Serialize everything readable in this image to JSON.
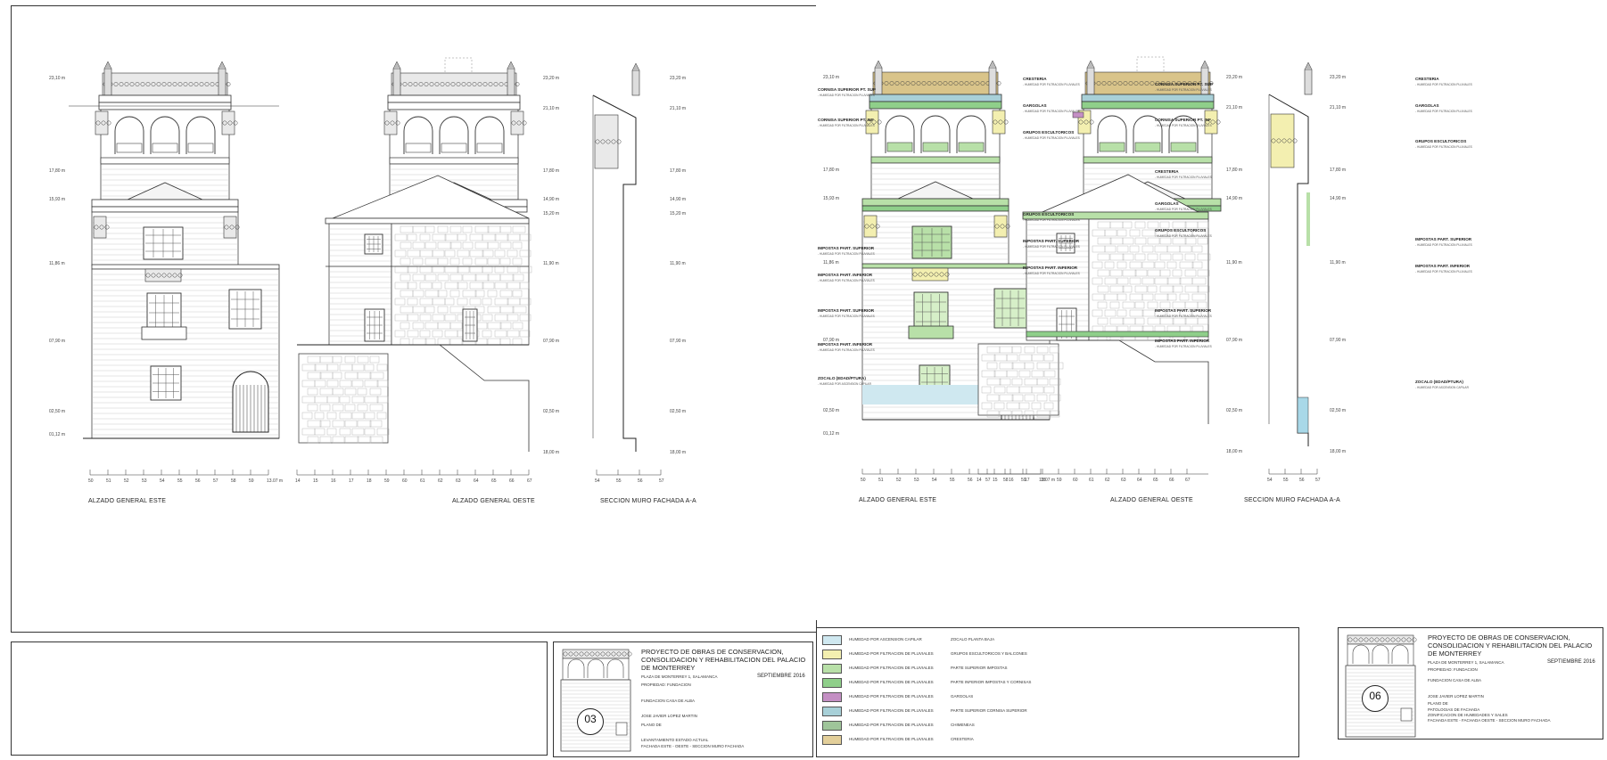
{
  "sheet1": {
    "levels_left": [
      "23,10 m",
      "17,80 m",
      "15,93 m",
      "11,86 m",
      "07,90 m",
      "02,50 m",
      "01,12 m"
    ],
    "levels_mid": [
      "23,20 m",
      "21,10 m",
      "17,80 m",
      "14,90 m",
      "15,20 m",
      "11,90 m",
      "07,90 m",
      "02,50 m",
      "18,00 m"
    ],
    "scale_left": [
      "50",
      "51",
      "52",
      "53",
      "54",
      "55",
      "56",
      "57",
      "58",
      "59",
      "13.07 m"
    ],
    "scale_mid": [
      "14",
      "15",
      "16",
      "17",
      "18",
      "59",
      "60",
      "61",
      "62",
      "63",
      "64",
      "65",
      "66",
      "67"
    ],
    "scale_right": [
      "54",
      "55",
      "56",
      "57"
    ],
    "captions": [
      "ALZADO GENERAL ESTE",
      "ALZADO GENERAL OESTE",
      "SECCION MURO FACHADA A-A"
    ]
  },
  "sheet2": {
    "levels_left": [
      "23,10 m",
      "17,80 m",
      "15,93 m",
      "11,86 m",
      "07,90 m",
      "02,50 m",
      "01,12 m"
    ],
    "levels_mid": [
      "23,20 m",
      "21,10 m",
      "17,80 m",
      "14,90 m",
      "11,90 m",
      "07,90 m",
      "02,50 m",
      "18,00 m"
    ],
    "scale_left": [
      "50",
      "51",
      "52",
      "53",
      "54",
      "55",
      "56",
      "57",
      "58",
      "59",
      "13.07 m"
    ],
    "scale_mid": [
      "14",
      "15",
      "16",
      "17",
      "18",
      "59",
      "60",
      "61",
      "62",
      "63",
      "64",
      "65",
      "66",
      "67"
    ],
    "scale_right": [
      "54",
      "55",
      "56",
      "57"
    ],
    "captions": [
      "ALZADO GENERAL ESTE",
      "ALZADO GENERAL OESTE",
      "SECCION MURO FACHADA A-A"
    ],
    "annotations_left": [
      {
        "title": "CORNISA SUPERIOR PT. SUP",
        "sub": "- HUMEDAD POR FILTRACION PLUVIALES"
      },
      {
        "title": "CORNISA SUPERIOR PT. INF",
        "sub": "- HUMEDAD POR FILTRACION PLUVIALES"
      },
      {
        "title": "IMPOSTAS PART. SUPERIOR",
        "sub": "- HUMEDAD POR FILTRACION PLUVIALES"
      },
      {
        "title": "IMPOSTAS PART. INFERIOR",
        "sub": "- HUMEDAD POR FILTRACION PLUVIALES"
      },
      {
        "title": "IMPOSTAS PART. SUPERIOR",
        "sub": "- HUMEDAD POR FILTRACION PLUVIALES"
      },
      {
        "title": "IMPOSTAS PART. INFERIOR",
        "sub": "- HUMEDAD POR FILTRACION PLUVIALES"
      },
      {
        "title": "ZOCALO (EDAD/PTURA)",
        "sub": "- HUMEDAD POR ASCENSION CAPILAR"
      }
    ],
    "annotations_mid": [
      {
        "title": "CRESTERIA",
        "sub": "- HUMEDAD POR FILTRACION PLUVIALES"
      },
      {
        "title": "GARGOLAS",
        "sub": "- HUMEDAD POR FILTRACION PLUVIALES"
      },
      {
        "title": "GRUPOS ESCULTORICOS",
        "sub": "- HUMEDAD POR FILTRACION PLUVIALES"
      },
      {
        "title": "GRUPOS ESCULTORICOS",
        "sub": "- HUMEDAD POR FILTRACION PLUVIALES"
      },
      {
        "title": "IMPOSTAS PART. SUPERIOR",
        "sub": "- HUMEDAD POR FILTRACION PLUVIALES"
      },
      {
        "title": "IMPOSTAS PART. INFERIOR",
        "sub": "- HUMEDAD POR FILTRACION PLUVIALES"
      }
    ],
    "annotations_mid2": [
      {
        "title": "CORNISA SUPERIOR PT. SUP",
        "sub": "- HUMEDAD POR FILTRACION PLUVIALES"
      },
      {
        "title": "CORNISA SUPERIOR PT. INF",
        "sub": "- HUMEDAD POR FILTRACION PLUVIALES"
      },
      {
        "title": "CRESTERIA",
        "sub": "- HUMEDAD POR FILTRACION PLUVIALES"
      },
      {
        "title": "GARGOLAS",
        "sub": "- HUMEDAD POR FILTRACION PLUVIALES"
      },
      {
        "title": "GRUPOS ESCULTORICOS",
        "sub": "- HUMEDAD POR FILTRACION PLUVIALES"
      },
      {
        "title": "IMPOSTAS PART. SUPERIOR",
        "sub": "- HUMEDAD POR FILTRACION PLUVIALES"
      },
      {
        "title": "IMPOSTAS PART. INFERIOR",
        "sub": "- HUMEDAD POR FILTRACION PLUVIALES"
      }
    ],
    "annotations_right": [
      {
        "title": "CRESTERIA",
        "sub": "- HUMEDAD POR FILTRACION PLUVIALES"
      },
      {
        "title": "GARGOLAS",
        "sub": "- HUMEDAD POR FILTRACION PLUVIALES"
      },
      {
        "title": "GRUPOS ESCULTORICOS",
        "sub": "- HUMEDAD POR FILTRACION PLUVIALES"
      },
      {
        "title": "IMPOSTAS PART. SUPERIOR",
        "sub": "- HUMEDAD POR FILTRACION PLUVIALES"
      },
      {
        "title": "IMPOSTAS PART. INFERIOR",
        "sub": "- HUMEDAD POR FILTRACION PLUVIALES"
      },
      {
        "title": "ZOCALO (EDAD/PTURA)",
        "sub": "- HUMEDAD POR ASCENSION CAPILAR"
      }
    ]
  },
  "legend": [
    {
      "color": "#cfe8f0",
      "type": "HUMEDAD POR ASCENSION CAPILAR",
      "zone": "ZOCALO PLANTA BAJA"
    },
    {
      "color": "#f3efb0",
      "type": "HUMEDAD POR FILTRACION DE PLUVIALES",
      "zone": "GRUPOS ESCULTORICOS Y BALCONES"
    },
    {
      "color": "#b8e0a8",
      "type": "HUMEDAD POR FILTRACION DE PLUVIALES",
      "zone": "PARTE SUPERIOR IMPOSTAS"
    },
    {
      "color": "#8fcf8a",
      "type": "HUMEDAD POR FILTRACION DE PLUVIALES",
      "zone": "PARTE INFERIOR IMPOSTAS Y CORNISAS"
    },
    {
      "color": "#c48fc4",
      "type": "HUMEDAD POR FILTRACION DE PLUVIALES",
      "zone": "GARGOLAS"
    },
    {
      "color": "#a8d0d8",
      "type": "HUMEDAD POR FILTRACION DE PLUVIALES",
      "zone": "PARTE SUPERIOR CORNISA SUPERIOR"
    },
    {
      "color": "#9fc59a",
      "type": "HUMEDAD POR FILTRACION DE PLUVIALES",
      "zone": "CHIMENEAS"
    },
    {
      "color": "#e3cf9a",
      "type": "HUMEDAD POR FILTRACION DE PLUVIALES",
      "zone": "CRESTERIA"
    }
  ],
  "titleblock1": {
    "title": "PROYECTO DE OBRAS DE CONSERVACION, CONSOLIDACION Y REHABILITACION DEL PALACIO DE MONTERREY",
    "location": "PLAZA DE MONTERREY 1, SALAMANCA",
    "date": "SEPTIEMBRE 2016",
    "owner_label": "PROPIEDAD: FUNDACION",
    "promoter": "FUNDACION CASA DE ALBA",
    "architect": "JOSE JAVIER LOPEZ MARTIN",
    "plan_label": "PLANO DE",
    "plan_title": "LEVANTAMIENTO ESTADO ACTUAL",
    "plan_desc": "FACHADA ESTE - OESTE - SECCION MURO FACHADA",
    "sheet_no": "03"
  },
  "titleblock2": {
    "title": "PROYECTO DE OBRAS DE CONSERVACION, CONSOLIDACION Y REHABILITACION DEL PALACIO DE MONTERREY",
    "location": "PLAZA DE MONTERREY 1, SALAMANCA",
    "date": "SEPTIEMBRE 2016",
    "owner_label": "PROPIEDAD: FUNDACION",
    "promoter": "FUNDACION CASA DE ALBA",
    "architect": "JOSE JAVIER LOPEZ MARTIN",
    "plan_label": "PLANO DE",
    "plan_title": "PATOLOGIAS DE FACHADA",
    "plan_subtitle": "ZONIFICACION DE HUMEDADES Y SALES",
    "plan_desc": "FACHADA ESTE - FACHADA OESTE - SECCION MURO FACHADA",
    "sheet_no": "06"
  }
}
